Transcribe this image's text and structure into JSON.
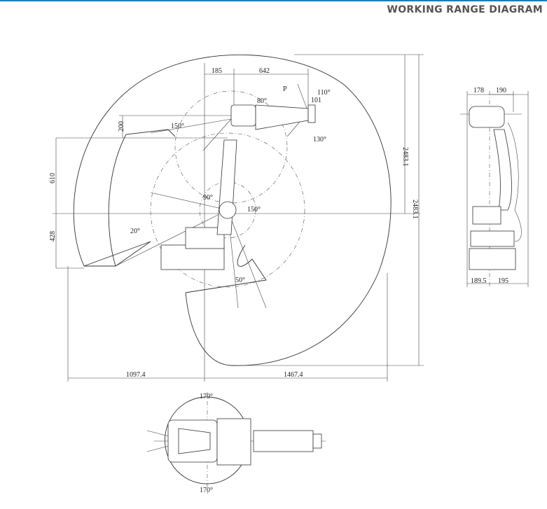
{
  "header": {
    "title": "WORKING RANGE DIAGRAM",
    "accent": "#1a7fb5"
  },
  "side_view": {
    "dims": {
      "d185": "185",
      "d642": "642",
      "d101": "101",
      "d200": "200",
      "d610": "610",
      "d428": "428",
      "d1097": "1097.4",
      "d1467": "1467.4",
      "h2483a": "2483.1",
      "h2483b": "2483.1"
    },
    "angles": {
      "a80": "80°",
      "a110": "110°",
      "a130": "130°",
      "a150l": "150°",
      "a90": "90°",
      "a150r": "150°",
      "a20": "20°",
      "a50": "50°"
    },
    "point_label": "P"
  },
  "front_view": {
    "dims": {
      "d178": "178",
      "d190": "190",
      "d189": "189.5",
      "d195": "195"
    }
  },
  "top_view": {
    "angles": {
      "top": "170°",
      "bottom": "170°"
    }
  }
}
